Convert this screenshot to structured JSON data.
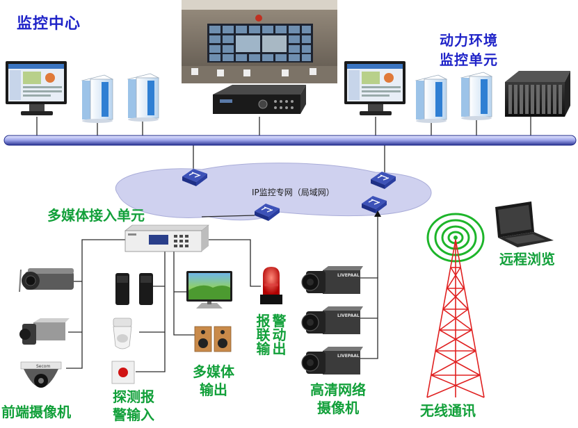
{
  "labels": {
    "monitor_center": "监控中心",
    "power_env_line1": "动力环境",
    "power_env_line2": "监控单元",
    "ip_network": "IP监控专网（局域网）",
    "multimedia_access": "多媒体接入单元",
    "remote_browse": "远程浏览",
    "alarm_link_lines": [
      "报",
      "警",
      "联",
      "动",
      "输",
      "出"
    ],
    "multimedia_out_line1": "多媒体",
    "multimedia_out_line2": "输出",
    "hd_camera_line1": "高清网络",
    "hd_camera_line2": "摄像机",
    "detect_alarm_line1": "探测报",
    "detect_alarm_line2": "警输入",
    "front_camera": "前端摄像机",
    "wireless": "无线通讯"
  },
  "device_text": {
    "camera_brand": "LIVEPAAL",
    "dome_brand": "Secom"
  },
  "colors": {
    "title_blue": "#1f23c8",
    "label_green": "#12a03a",
    "backbone": "#1f2a8a",
    "cloud": "#cfd1ef",
    "tower_red": "#e02020",
    "wireless_green": "#1db52a"
  }
}
